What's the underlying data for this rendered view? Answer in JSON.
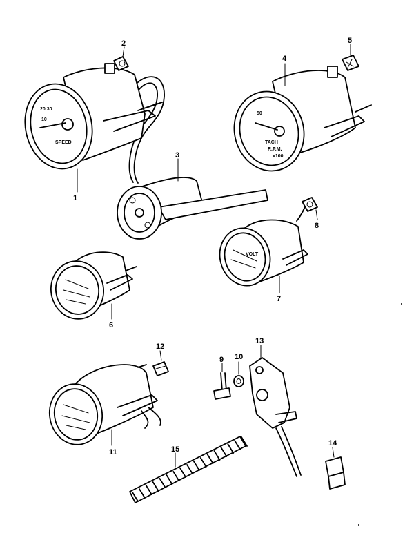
{
  "callouts": [
    {
      "id": "1",
      "label": "1"
    },
    {
      "id": "2",
      "label": "2"
    },
    {
      "id": "3",
      "label": "3"
    },
    {
      "id": "4",
      "label": "4"
    },
    {
      "id": "5",
      "label": "5"
    },
    {
      "id": "6",
      "label": "6"
    },
    {
      "id": "7",
      "label": "7"
    },
    {
      "id": "8",
      "label": "8"
    },
    {
      "id": "9",
      "label": "9"
    },
    {
      "id": "10",
      "label": "10"
    },
    {
      "id": "11",
      "label": "11"
    },
    {
      "id": "12",
      "label": "12"
    },
    {
      "id": "13",
      "label": "13"
    },
    {
      "id": "14",
      "label": "14"
    },
    {
      "id": "15",
      "label": "15"
    }
  ],
  "dial_text": {
    "speedo": "SPEED",
    "tach_label": "TACH",
    "tach_rpm": "R.P.M.",
    "tach_x100": "x100",
    "tach_value": "50",
    "volt": "VOLT"
  }
}
